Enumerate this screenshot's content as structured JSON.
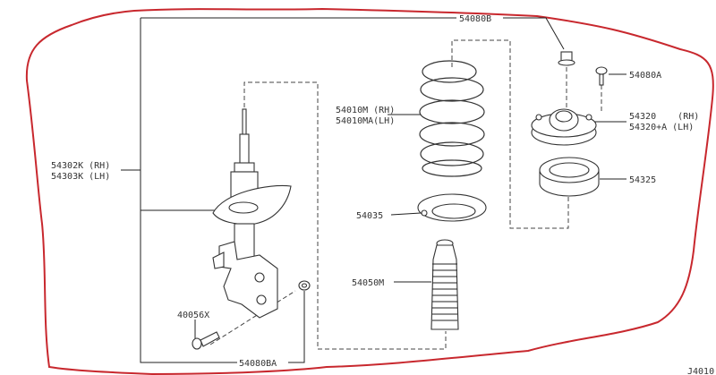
{
  "diagram": {
    "type": "exploded parts diagram - front strut assembly",
    "outline_color": "#c8282e",
    "line_color": "#222222",
    "labels": {
      "nut_top": "54080B",
      "bolt_top": "54080A",
      "mount_rh": "54320    (RH)",
      "mount_lh": "54320+A (LH)",
      "bearing": "54325",
      "spring_rh": "54010M (RH)",
      "spring_lh": "54010MA(LH)",
      "seat": "54035",
      "bound_bumper": "54050M",
      "strut_rh": "54302K (RH)",
      "strut_lh": "54303K (LH)",
      "knuckle_bolt": "40056X",
      "knuckle_nut": "54080BA",
      "figure_code": "J4010"
    }
  }
}
